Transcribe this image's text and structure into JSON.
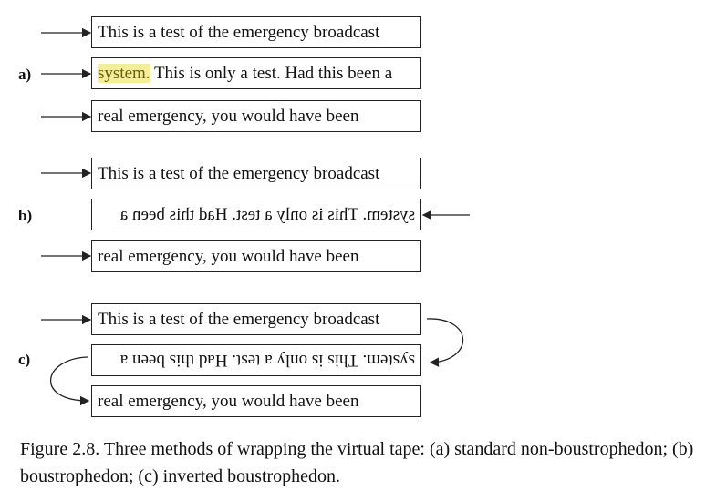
{
  "labels": {
    "a": "a)",
    "b": "b)",
    "c": "c)"
  },
  "a": {
    "line1": "This is a test of the emergency broadcast",
    "line2_highlight": "system.",
    "line2_rest": " This is only a test. Had this been a",
    "line3": "real emergency, you would have been"
  },
  "b": {
    "line1": "This is a test of the emergency broadcast",
    "line2": "system. This is only a test. Had this been a",
    "line3": "real emergency, you would have been"
  },
  "c": {
    "line1": "This is a test of the emergency broadcast",
    "line2": "system. This is only a test. Had this been a",
    "line3": "real emergency, you would have been"
  },
  "caption": "Figure 2.8. Three methods of wrapping the virtual tape: (a) standard non-boustrophedon; (b) boustrophedon; (c) inverted boustrophedon.",
  "colors": {
    "highlight": "#f4ee9a",
    "stroke": "#222222"
  }
}
